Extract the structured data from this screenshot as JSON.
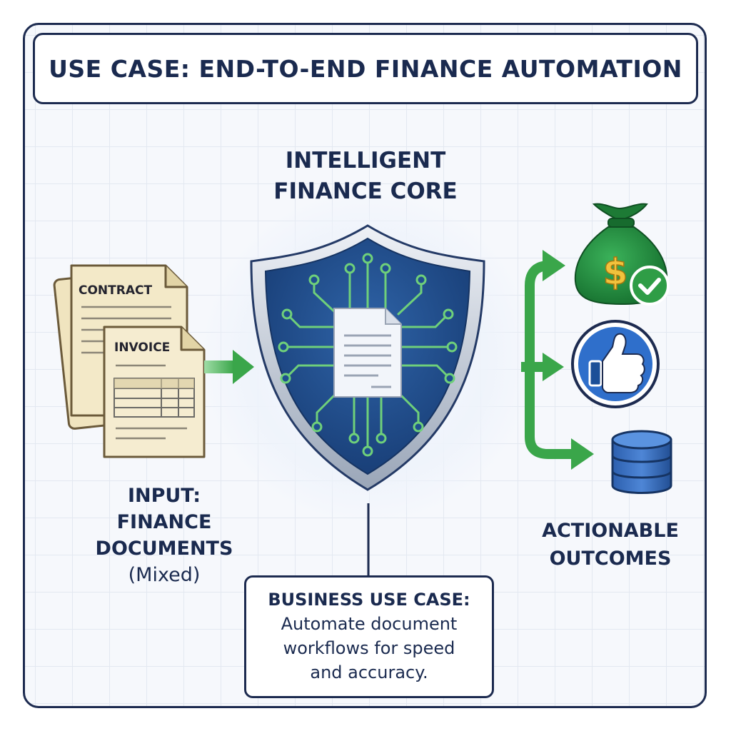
{
  "title": "USE CASE: END-TO-END FINANCE AUTOMATION",
  "core": {
    "line1": "INTELLIGENT",
    "line2": "FINANCE CORE"
  },
  "input": {
    "line1": "INPUT:",
    "line2": "FINANCE",
    "line3": "DOCUMENTS",
    "line4": "(Mixed)",
    "doc1_label": "CONTRACT",
    "doc2_label": "INVOICE"
  },
  "outcomes": {
    "line1": "ACTIONABLE",
    "line2": "OUTCOMES",
    "icons": [
      "money-bag-icon",
      "thumbs-up-icon",
      "database-icon"
    ],
    "currency_symbol": "$"
  },
  "business_use_case": {
    "title": "BUSINESS USE CASE:",
    "line1": "Automate document",
    "line2": "workflows for speed",
    "line3": "and accuracy."
  },
  "colors": {
    "navy": "#1a2a4f",
    "shield_blue": "#1f4f8f",
    "circuit_green": "#6fd07a",
    "arrow_green": "#3aa64a",
    "bag_green": "#1f8a3a",
    "paper": "#f3e9c8"
  }
}
